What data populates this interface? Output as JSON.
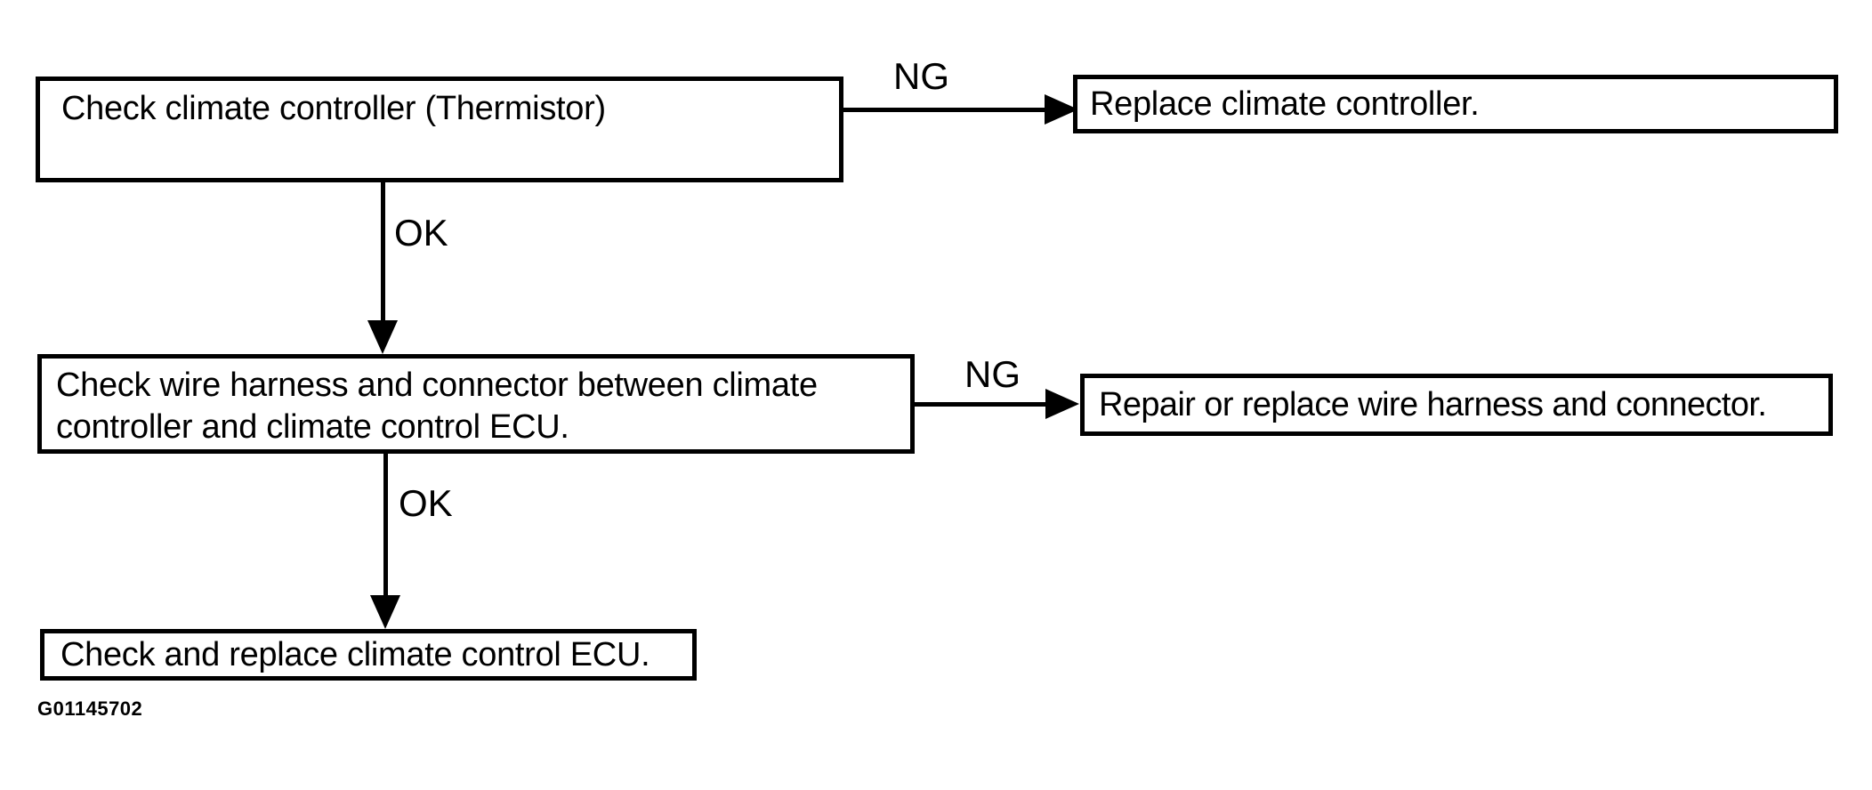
{
  "diagram": {
    "type": "flowchart",
    "topic": "Climate controller (thermistor) diagnostic flow",
    "colors": {
      "ink": "#000000",
      "background": "#ffffff"
    },
    "nodes": [
      {
        "id": "check-climate-controller",
        "lines": [
          "Check climate controller (Thermistor)"
        ]
      },
      {
        "id": "replace-climate-controller",
        "lines": [
          "Replace climate controller."
        ]
      },
      {
        "id": "check-wire-harness",
        "lines": [
          "Check wire harness and connector between climate",
          "controller and climate control ECU."
        ]
      },
      {
        "id": "repair-wire-harness",
        "lines": [
          "Repair or replace wire harness and connector."
        ]
      },
      {
        "id": "check-replace-ecu",
        "lines": [
          "Check and replace climate control ECU."
        ]
      }
    ],
    "edges": [
      {
        "from": "check-climate-controller",
        "to": "replace-climate-controller",
        "label": "NG",
        "direction": "right"
      },
      {
        "from": "check-climate-controller",
        "to": "check-wire-harness",
        "label": "OK",
        "direction": "down"
      },
      {
        "from": "check-wire-harness",
        "to": "repair-wire-harness",
        "label": "NG",
        "direction": "right"
      },
      {
        "from": "check-wire-harness",
        "to": "check-replace-ecu",
        "label": "OK",
        "direction": "down"
      }
    ],
    "figure_code": "G01145702"
  }
}
